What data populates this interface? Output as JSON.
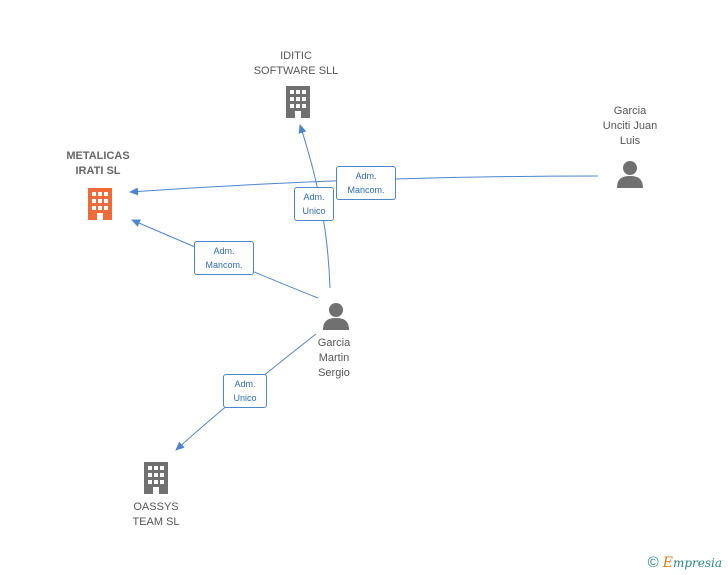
{
  "nodes": {
    "metalicas": {
      "label": "METALICAS\nIRATI SL"
    },
    "iditic": {
      "label": "IDITIC\nSOFTWARE SLL"
    },
    "garcia_unciti": {
      "label": "Garcia\nUnciti Juan\nLuis"
    },
    "garcia_martin": {
      "label": "Garcia\nMartin\nSergio"
    },
    "oassys": {
      "label": "OASSYS\nTEAM  SL"
    }
  },
  "edges": {
    "unciti_to_metalicas": {
      "label": "Adm.\nMancom."
    },
    "martin_to_iditic": {
      "label": "Adm.\nUnico"
    },
    "martin_to_metalicas": {
      "label": "Adm.\nMancom."
    },
    "martin_to_oassys": {
      "label": "Adm.\nUnico"
    }
  },
  "colors": {
    "edge": "#4a86cf",
    "company": "#707070",
    "focus_company": "#f06a3a",
    "person": "#707070"
  },
  "footer": {
    "copyright": "©",
    "brand_initial": "E",
    "brand_rest": "mpresia"
  }
}
